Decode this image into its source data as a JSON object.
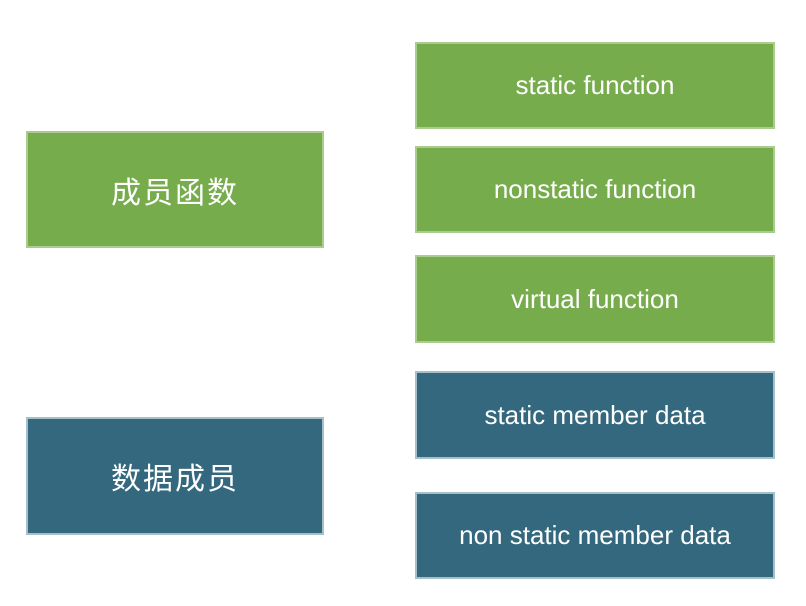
{
  "diagram": {
    "background": "#ffffff",
    "colors": {
      "green_fill": "#77AC4D",
      "green_border": "#AACD8F",
      "teal_fill": "#34687E",
      "teal_border": "#A7BFC9",
      "text": "#ffffff"
    },
    "left_column": [
      {
        "id": "member-functions",
        "label": "成员函数",
        "color": "green"
      },
      {
        "id": "data-members",
        "label": "数据成员",
        "color": "teal"
      }
    ],
    "right_column": [
      {
        "id": "static-function",
        "label": "static function",
        "color": "green"
      },
      {
        "id": "nonstatic-function",
        "label": "nonstatic function",
        "color": "green"
      },
      {
        "id": "virtual-function",
        "label": "virtual function",
        "color": "green"
      },
      {
        "id": "static-member-data",
        "label": "static member data",
        "color": "teal"
      },
      {
        "id": "non-static-member-data",
        "label": "non static member data",
        "color": "teal"
      }
    ]
  }
}
